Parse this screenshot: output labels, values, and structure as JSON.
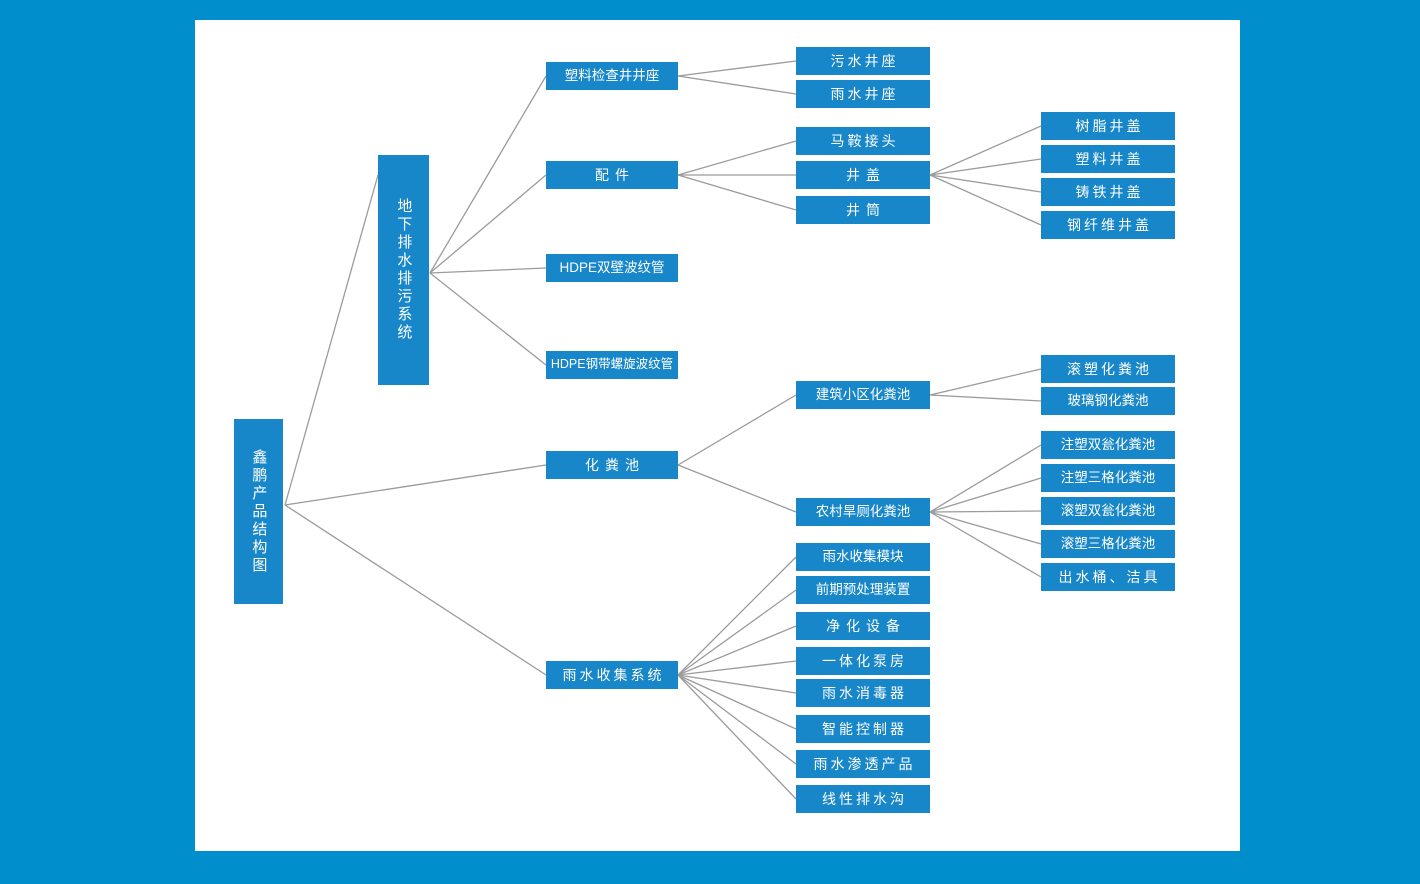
{
  "diagram": {
    "title": "鑫鹏产品结构图",
    "background_color": "#008fcc",
    "canvas_color": "#ffffff",
    "node_color": "#1787c9",
    "node_text_color": "#ffffff",
    "edge_color": "#9b9b9b",
    "type": "tree-org-chart"
  },
  "nodes": {
    "root": {
      "label": "鑫鹏产品结构图"
    },
    "level1": [
      {
        "id": "drainage",
        "label": "地下排水排污系统"
      },
      {
        "id": "septic",
        "label": "化粪池"
      },
      {
        "id": "rainwater",
        "label": "雨水收集系统"
      }
    ],
    "drainage_children": [
      {
        "id": "inspection-base",
        "label": "塑料检查井井座"
      },
      {
        "id": "fittings",
        "label": "配件"
      },
      {
        "id": "hdpe-double-wall",
        "label": "HDPE双壁波纹管"
      },
      {
        "id": "hdpe-steel-spiral",
        "label": "HDPE钢带螺旋波纹管"
      }
    ],
    "inspection_base_children": [
      {
        "id": "sewage-base",
        "label": "污水井座"
      },
      {
        "id": "rain-base",
        "label": "雨水井座"
      }
    ],
    "fittings_children": [
      {
        "id": "saddle-joint",
        "label": "马鞍接头"
      },
      {
        "id": "well-cover",
        "label": "井盖"
      },
      {
        "id": "well-barrel",
        "label": "井筒"
      }
    ],
    "well_cover_children": [
      {
        "id": "resin-cover",
        "label": "树脂井盖"
      },
      {
        "id": "plastic-cover",
        "label": "塑料井盖"
      },
      {
        "id": "cast-iron-cover",
        "label": "铸铁井盖"
      },
      {
        "id": "steel-fiber-cover",
        "label": "钢纤维井盖"
      }
    ],
    "septic_children": [
      {
        "id": "residential-septic",
        "label": "建筑小区化粪池"
      },
      {
        "id": "rural-toilet-septic",
        "label": "农村旱厕化粪池"
      }
    ],
    "residential_septic_children": [
      {
        "id": "rotomolded-septic",
        "label": "滚塑化粪池"
      },
      {
        "id": "frp-septic",
        "label": "玻璃钢化粪池"
      }
    ],
    "rural_septic_children": [
      {
        "id": "injection-double-urn",
        "label": "注塑双瓮化粪池"
      },
      {
        "id": "injection-three-grid",
        "label": "注塑三格化粪池"
      },
      {
        "id": "roto-double-urn",
        "label": "滚塑双瓮化粪池"
      },
      {
        "id": "roto-three-grid",
        "label": "滚塑三格化粪池"
      },
      {
        "id": "outlet-bucket",
        "label": "出水桶、洁具"
      }
    ],
    "rainwater_children": [
      {
        "id": "collection-module",
        "label": "雨水收集模块"
      },
      {
        "id": "pretreatment-device",
        "label": "前期预处理装置"
      },
      {
        "id": "purification-equipment",
        "label": "净化设备"
      },
      {
        "id": "integrated-pump-house",
        "label": "一体化泵房"
      },
      {
        "id": "rain-sterilizer",
        "label": "雨水消毒器"
      },
      {
        "id": "smart-controller",
        "label": "智能控制器"
      },
      {
        "id": "infiltration-products",
        "label": "雨水渗透产品"
      },
      {
        "id": "linear-drain",
        "label": "线性排水沟"
      }
    ]
  }
}
